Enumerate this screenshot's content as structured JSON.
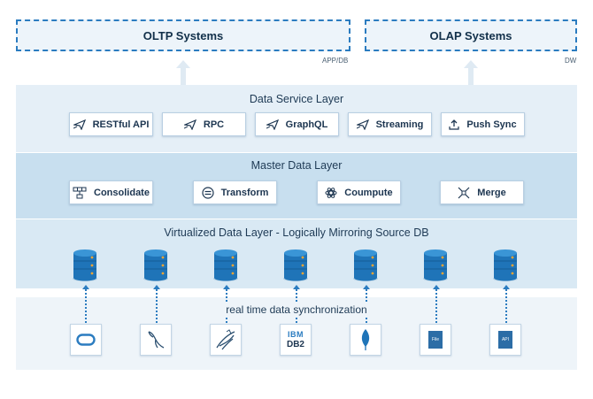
{
  "top": {
    "oltp": {
      "title": "OLTP Systems",
      "sub": "APP/DB"
    },
    "olap": {
      "title": "OLAP Systems",
      "sub": "DW"
    }
  },
  "data_service": {
    "title": "Data Service Layer",
    "items": [
      {
        "label": "RESTful API",
        "icon": "send-icon"
      },
      {
        "label": "RPC",
        "icon": "send-icon"
      },
      {
        "label": "GraphQL",
        "icon": "send-icon"
      },
      {
        "label": "Streaming",
        "icon": "send-icon"
      },
      {
        "label": "Push Sync",
        "icon": "upload-icon"
      }
    ]
  },
  "master_data": {
    "title": "Master Data Layer",
    "items": [
      {
        "label": "Consolidate",
        "icon": "hierarchy-icon"
      },
      {
        "label": "Transform",
        "icon": "transform-icon"
      },
      {
        "label": "Coumpute",
        "icon": "compute-icon"
      },
      {
        "label": "Merge",
        "icon": "merge-icon"
      }
    ]
  },
  "virtualized": {
    "title": "Virtualized Data Layer - Logically Mirroring Source DB",
    "db_count": 7
  },
  "sources": {
    "label": "real time data synchronization",
    "items": [
      {
        "name": "oracle",
        "icon": "oracle-icon"
      },
      {
        "name": "mysql",
        "icon": "mysql-dolphin-icon"
      },
      {
        "name": "sql-server",
        "icon": "sql-server-icon"
      },
      {
        "name": "ibm-db2",
        "icon": "ibm-db2-icon",
        "text_top": "IBM",
        "text_bottom": "DB2"
      },
      {
        "name": "mongodb",
        "icon": "mongodb-leaf-icon"
      },
      {
        "name": "file",
        "icon": "file-icon",
        "text": "File"
      },
      {
        "name": "api",
        "icon": "api-doc-icon",
        "text": "API"
      }
    ]
  },
  "colors": {
    "accent": "#2b7cc0",
    "service_band": "#e5eff7",
    "master_band": "#c8dfef",
    "virtual_band": "#d9e9f4",
    "source_band": "#eef4f9",
    "db_body": "#1f74b8",
    "db_light": "#3a95d6",
    "db_dots": "#f2a531"
  }
}
